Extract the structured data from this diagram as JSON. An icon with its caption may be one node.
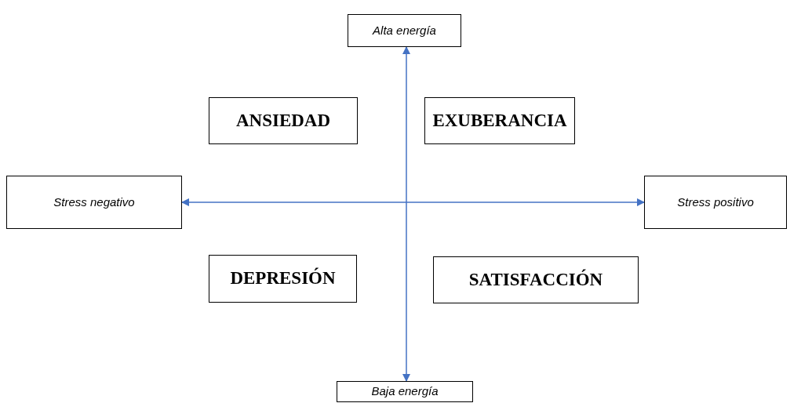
{
  "diagram": {
    "nodes": [
      {
        "text": [
          "Alta energía"
        ]
      },
      {
        "text": [
          "ANSIEDAD"
        ]
      },
      {
        "text": [
          "EXUBERANCIA"
        ]
      },
      {
        "text": [
          "Stress negativo"
        ]
      },
      {
        "text": [
          "Stress positivo"
        ]
      },
      {
        "text": [
          "DEPRESIÓN"
        ]
      },
      {
        "text": [
          "SATISFACCIÓN"
        ]
      },
      {
        "text": [
          "Baja energía"
        ]
      }
    ],
    "edges": [
      {
        "from": 0,
        "to": 7,
        "arrow": "both"
      },
      {
        "from": 3,
        "to": 4,
        "arrow": "both"
      }
    ]
  }
}
